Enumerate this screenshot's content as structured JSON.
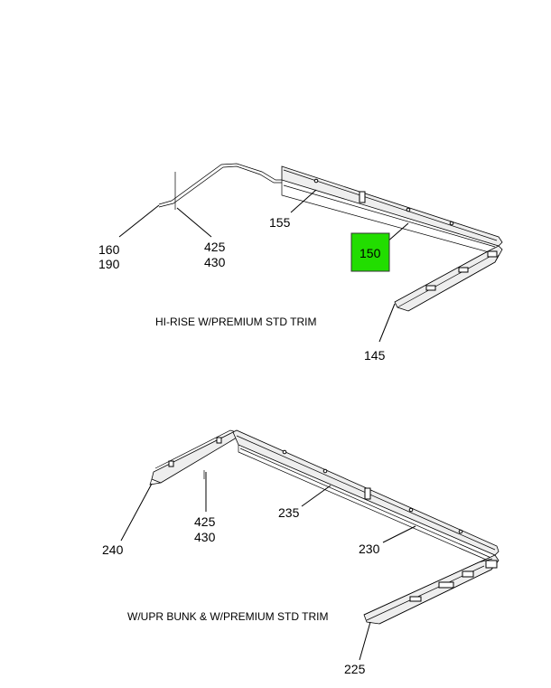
{
  "top_view": {
    "caption": "HI-RISE W/PREMIUM STD TRIM",
    "callouts": {
      "c160": "160",
      "c190": "190",
      "c425": "425",
      "c430": "430",
      "c155": "155",
      "c150": "150",
      "c145": "145"
    },
    "highlight_color": "#22dd00"
  },
  "bottom_view": {
    "caption": "W/UPR BUNK & W/PREMIUM STD TRIM",
    "callouts": {
      "c425": "425",
      "c430": "430",
      "c235": "235",
      "c240": "240",
      "c230": "230",
      "c225": "225"
    }
  }
}
